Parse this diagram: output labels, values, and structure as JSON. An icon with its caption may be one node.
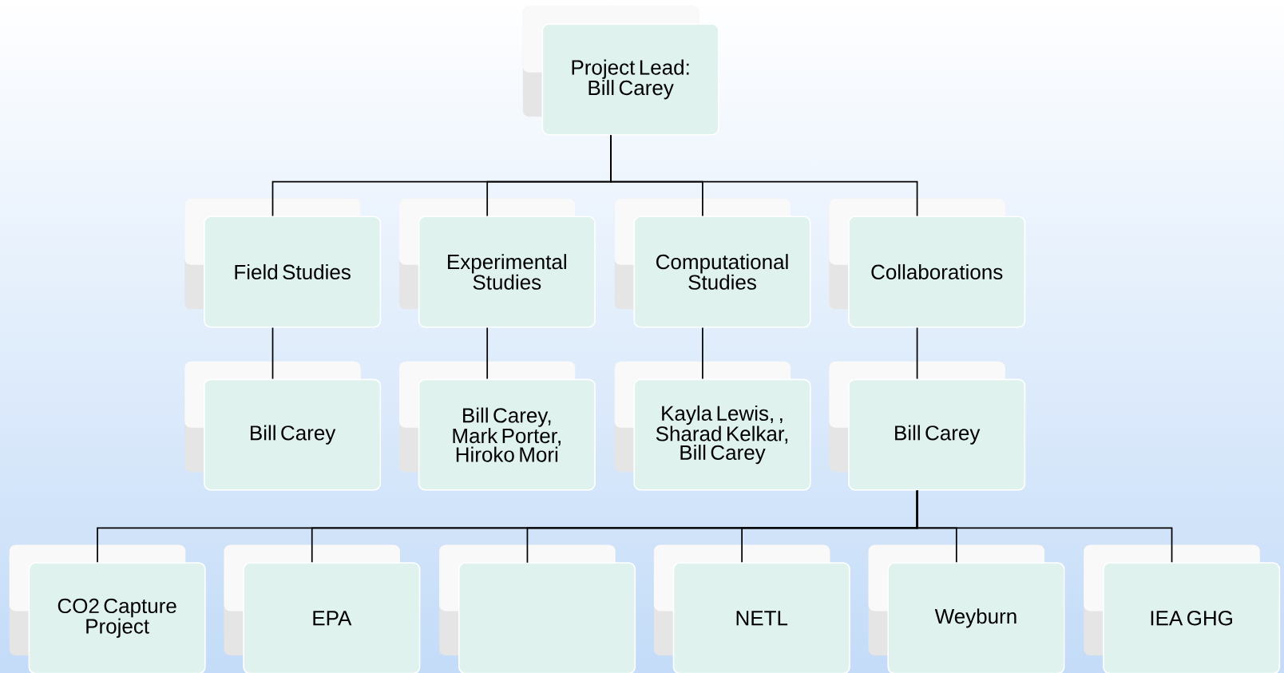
{
  "diagram": {
    "nodes": [
      {
        "text": [
          "Project Lead: Bill Carey"
        ]
      },
      {
        "text": [
          "Field Studies"
        ]
      },
      {
        "text": [
          "Experimental Studies"
        ]
      },
      {
        "text": [
          "Computational Studies"
        ]
      },
      {
        "text": [
          "Collaborations"
        ]
      },
      {
        "text": [
          "Bill Carey"
        ]
      },
      {
        "text": [
          "Bill Carey, Mark Porter, Hiroko Mori"
        ]
      },
      {
        "text": [
          "Kayla Lewis, , Sharad Kelkar, Bill Carey"
        ]
      },
      {
        "text": [
          "Bill Carey"
        ]
      },
      {
        "text": [
          "CO2 Capture Project"
        ]
      },
      {
        "text": [
          "EPA"
        ]
      },
      {
        "text": [],
        "shape": "box"
      },
      {
        "text": [
          "NETL"
        ]
      },
      {
        "text": [
          "Weyburn"
        ]
      },
      {
        "text": [
          "IEA GHG"
        ]
      }
    ],
    "edges": [
      {
        "from": 0,
        "to": 1,
        "arrow": "none"
      },
      {
        "from": 0,
        "to": 2,
        "arrow": "none"
      },
      {
        "from": 0,
        "to": 3,
        "arrow": "none"
      },
      {
        "from": 0,
        "to": 4,
        "arrow": "none"
      },
      {
        "from": 1,
        "to": 5,
        "arrow": "none"
      },
      {
        "from": 2,
        "to": 6,
        "arrow": "none"
      },
      {
        "from": 3,
        "to": 7,
        "arrow": "none"
      },
      {
        "from": 4,
        "to": 8,
        "arrow": "none"
      },
      {
        "from": 8,
        "to": 9,
        "arrow": "none"
      },
      {
        "from": 8,
        "to": 10,
        "arrow": "none"
      },
      {
        "from": 8,
        "to": 11,
        "arrow": "none"
      },
      {
        "from": 8,
        "to": 12,
        "arrow": "none"
      },
      {
        "from": 8,
        "to": 13,
        "arrow": "none"
      },
      {
        "from": 8,
        "to": 14,
        "arrow": "none"
      }
    ]
  }
}
